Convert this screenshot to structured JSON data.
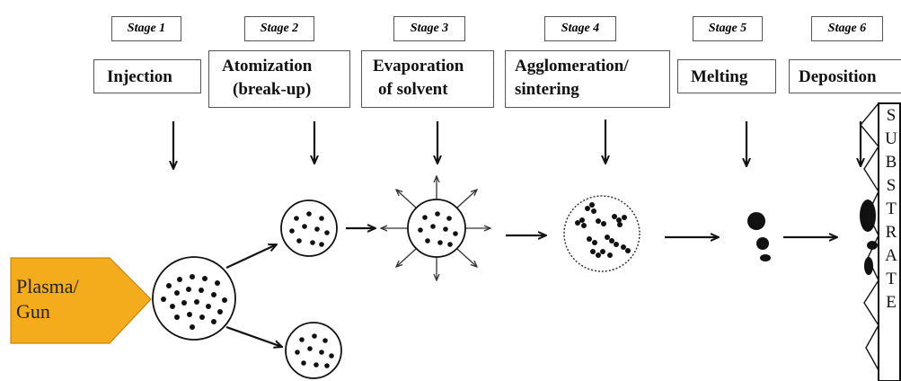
{
  "stages": [
    {
      "tag": "Stage 1",
      "title_lines": [
        "Injection"
      ]
    },
    {
      "tag": "Stage 2",
      "title_lines": [
        "Atomization",
        "(break-up)"
      ]
    },
    {
      "tag": "Stage 3",
      "title_lines": [
        "Evaporation",
        "of solvent"
      ]
    },
    {
      "tag": "Stage 4",
      "title_lines": [
        "Agglomeration/",
        "sintering"
      ]
    },
    {
      "tag": "Stage 5",
      "title_lines": [
        "Melting"
      ]
    },
    {
      "tag": "Stage 6",
      "title_lines": [
        "Deposition"
      ]
    }
  ],
  "gun": {
    "label_lines": [
      "Plasma/",
      "Gun"
    ],
    "color": "#f5ac1c"
  },
  "substrate": {
    "letters": [
      "S",
      "U",
      "B",
      "S",
      "T",
      "R",
      "A",
      "T",
      "E"
    ]
  }
}
